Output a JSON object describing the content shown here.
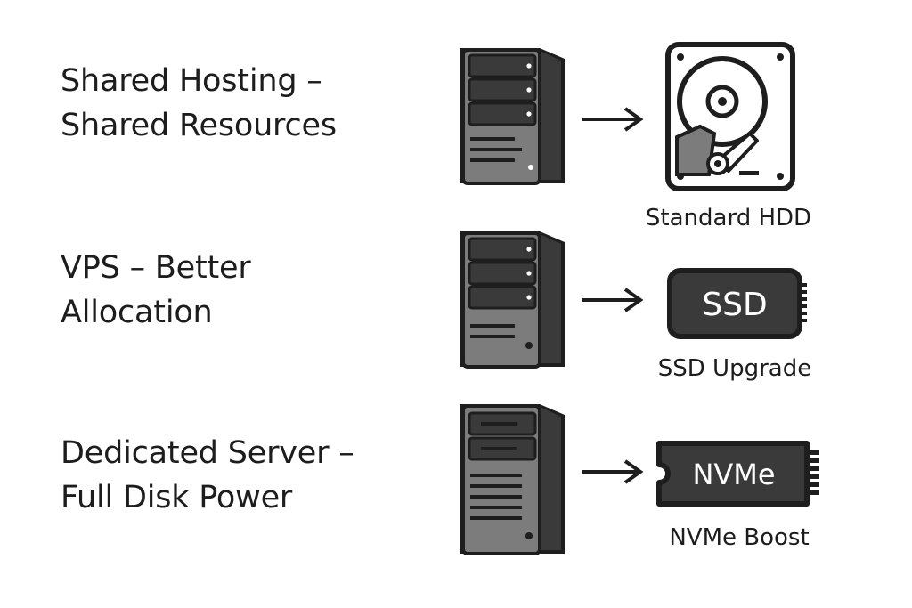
{
  "rows": [
    {
      "title_line1": "Shared Hosting –",
      "title_line2": "Shared Resources",
      "device": "hdd",
      "device_label": "",
      "caption": "Standard HDD"
    },
    {
      "title_line1": "VPS – Better",
      "title_line2": "Allocation",
      "device": "ssd",
      "device_label": "SSD",
      "caption": "SSD Upgrade"
    },
    {
      "title_line1": "Dedicated Server –",
      "title_line2": "Full Disk Power",
      "device": "nvme",
      "device_label": "NVMe",
      "caption": "NVMe Boost"
    }
  ],
  "icons": {
    "server": "server-tower-icon",
    "arrow": "arrow-right-icon",
    "hdd": "hard-disk-drive-icon",
    "ssd": "ssd-drive-icon",
    "nvme": "nvme-drive-icon"
  },
  "colors": {
    "ink": "#1e1e1e",
    "body_gray": "#7c7c7c",
    "dark_gray": "#3a3a3a",
    "light_gray": "#d6d6d6",
    "white": "#ffffff"
  }
}
